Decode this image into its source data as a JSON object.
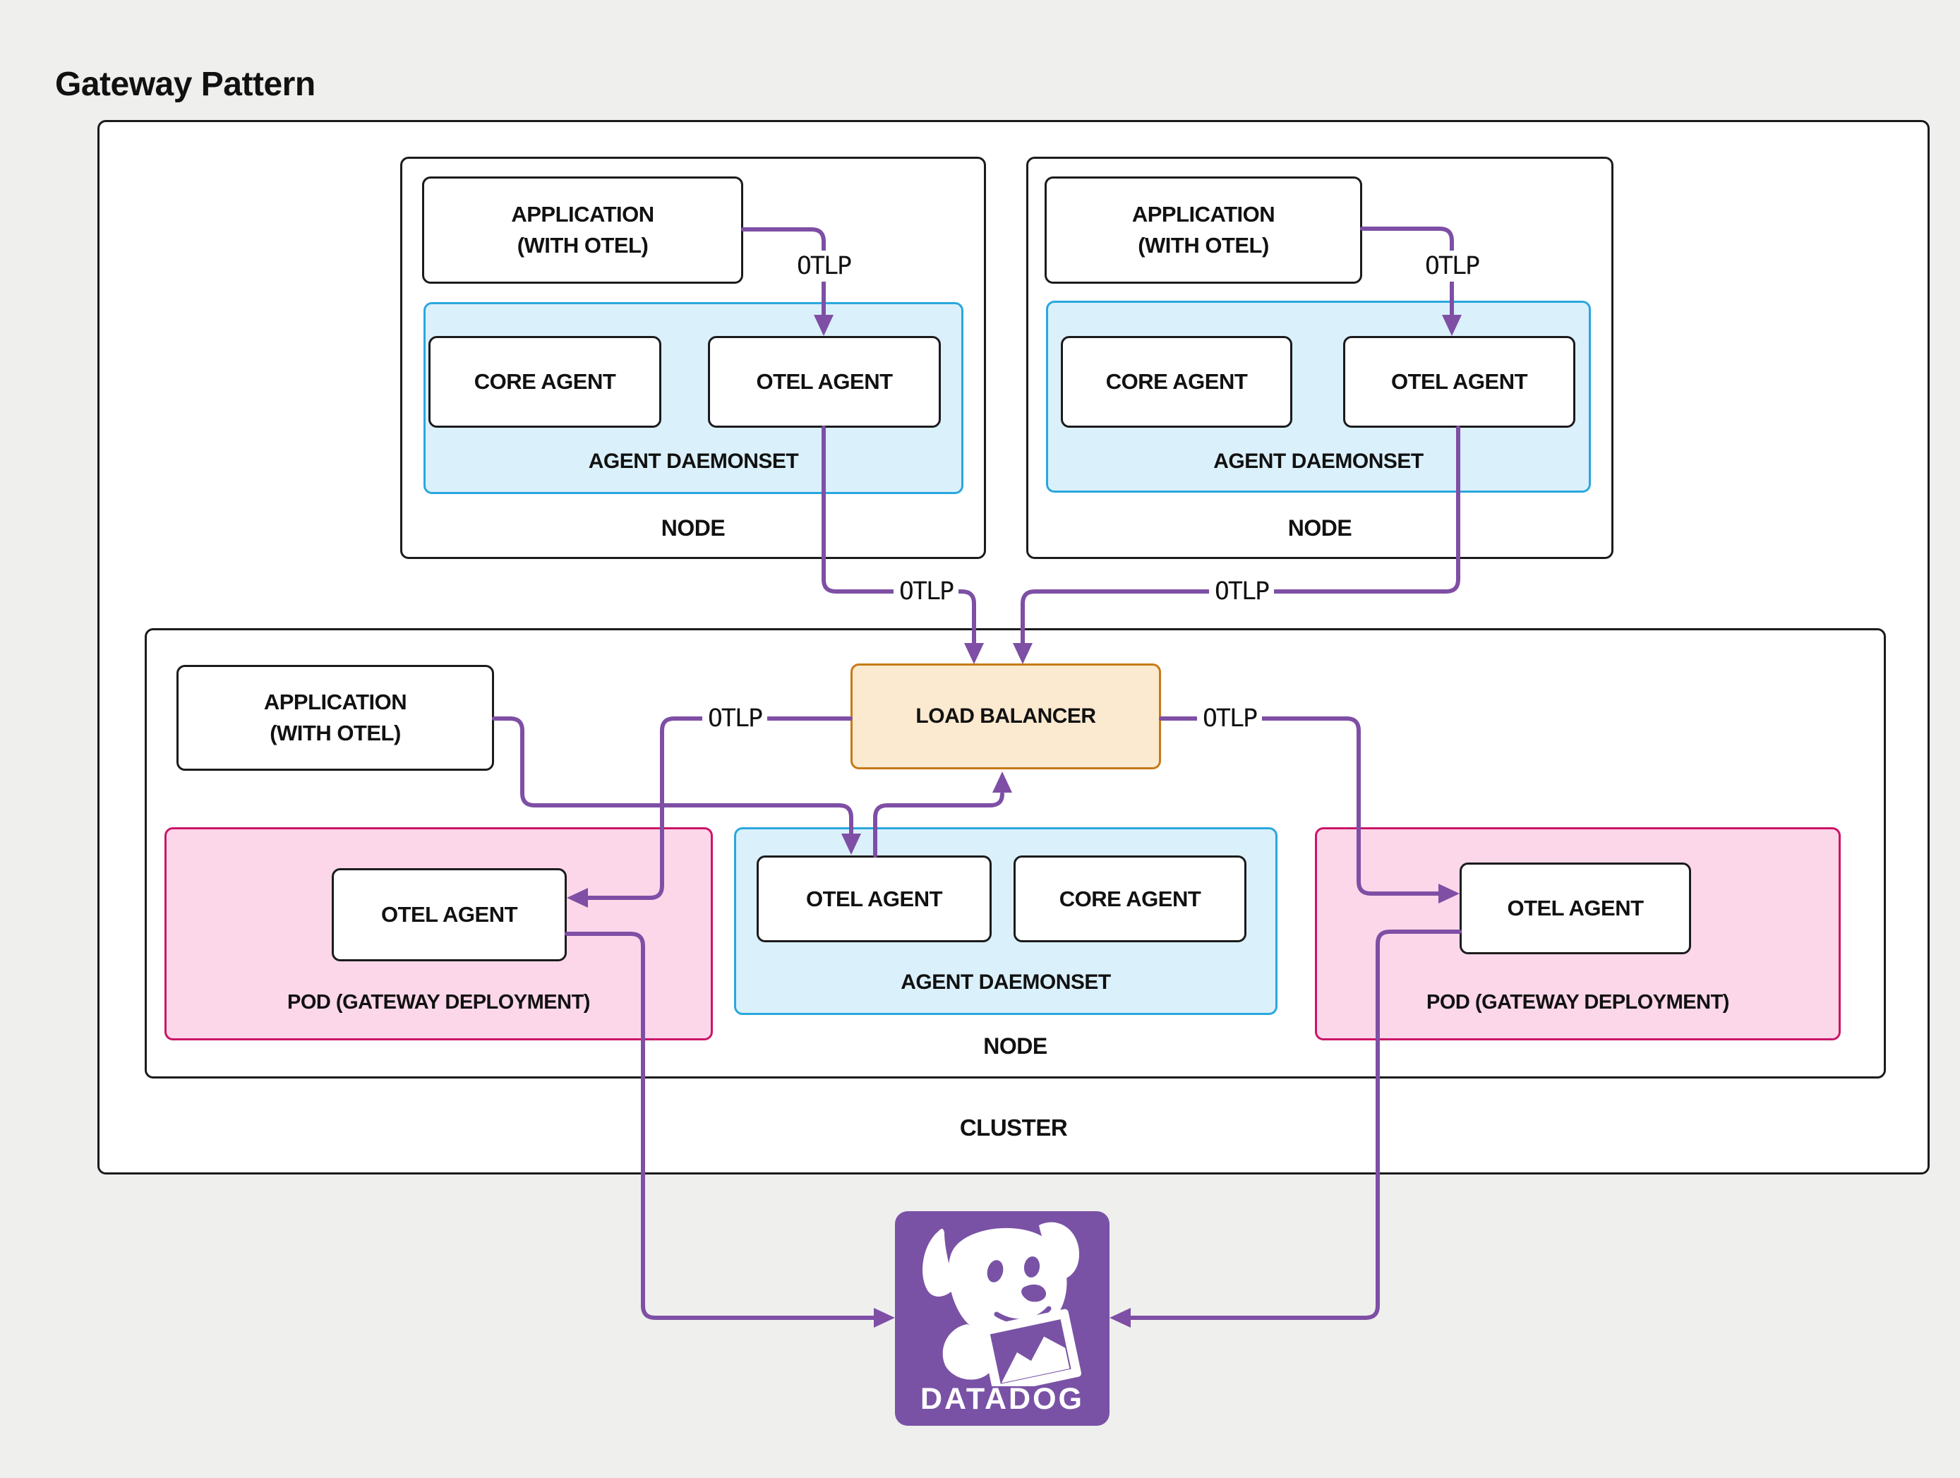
{
  "title": "Gateway Pattern",
  "colors": {
    "background": "#efefee",
    "canvas": "#ffffff",
    "border_dark": "#1b1b1b",
    "text": "#111111",
    "connector_purple": "#7e4fa5",
    "daemonset_fill": "#daf0fb",
    "daemonset_border": "#2aa7de",
    "pod_fill": "#fcd7e9",
    "pod_border": "#cb1568",
    "load_balancer_fill": "#fcead0",
    "load_balancer_border": "#c67a15",
    "datadog_purple": "#7952a5"
  },
  "labels": {
    "application_line1": "APPLICATION",
    "application_line2": "(WITH OTEL)",
    "core_agent": "CORE AGENT",
    "otel_agent": "OTEL AGENT",
    "agent_daemonset": "AGENT DAEMONSET",
    "node": "NODE",
    "cluster": "CLUSTER",
    "pod_gateway": "POD (GATEWAY DEPLOYMENT)",
    "load_balancer": "LOAD BALANCER",
    "otlp": "OTLP",
    "datadog_wordmark": "DATADOG"
  },
  "connections": [
    {
      "from": "application-node-1",
      "to": "otel-agent-node-1",
      "label": "OTLP"
    },
    {
      "from": "application-node-2",
      "to": "otel-agent-node-2",
      "label": "OTLP"
    },
    {
      "from": "otel-agent-node-1",
      "to": "load-balancer",
      "label": "OTLP"
    },
    {
      "from": "otel-agent-node-2",
      "to": "load-balancer",
      "label": "OTLP"
    },
    {
      "from": "application-cluster-node",
      "to": "otel-agent-daemonset-cluster",
      "label": ""
    },
    {
      "from": "otel-agent-daemonset-cluster",
      "to": "load-balancer",
      "label": ""
    },
    {
      "from": "load-balancer",
      "to": "otel-agent-gateway-pod-left",
      "label": "OTLP"
    },
    {
      "from": "load-balancer",
      "to": "otel-agent-gateway-pod-right",
      "label": "OTLP"
    },
    {
      "from": "otel-agent-gateway-pod-left",
      "to": "datadog",
      "label": ""
    },
    {
      "from": "otel-agent-gateway-pod-right",
      "to": "datadog",
      "label": ""
    }
  ]
}
